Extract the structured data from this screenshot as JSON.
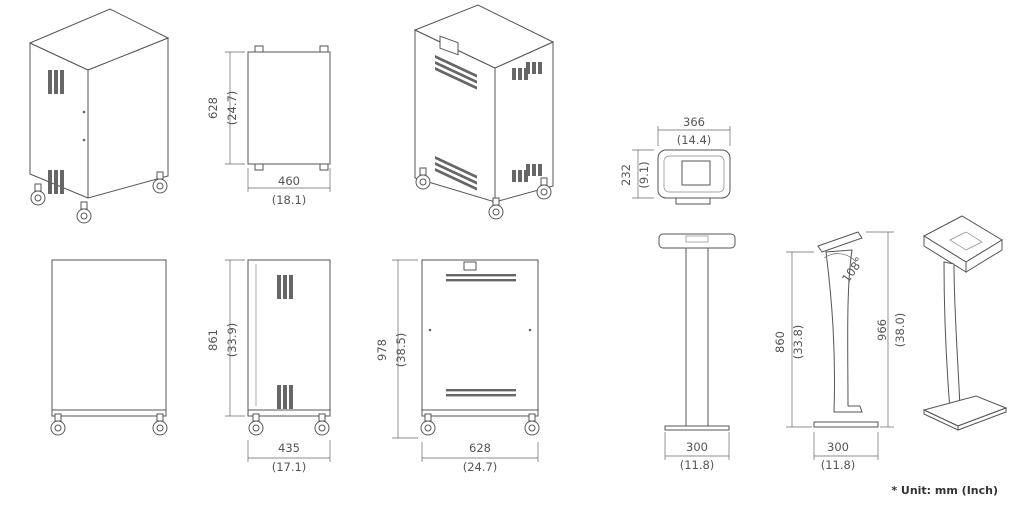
{
  "views": {
    "cart_side": {
      "height_mm": "628",
      "height_in": "(24.7)",
      "width_mm": "460",
      "width_in": "(18.1)"
    },
    "cart_side_large": {
      "height_mm": "861",
      "height_in": "(33.9)",
      "depth_mm": "435",
      "depth_in": "(17.1)"
    },
    "cart_back": {
      "height_mm": "978",
      "height_in": "(38.5)",
      "width_mm": "628",
      "width_in": "(24.7)"
    },
    "kiosk_top": {
      "width_mm": "366",
      "width_in": "(14.4)",
      "depth_mm": "232",
      "depth_in": "(9.1)"
    },
    "kiosk_front": {
      "base_mm": "300",
      "base_in": "(11.8)"
    },
    "kiosk_side": {
      "height_mm": "860",
      "height_in": "(33.8)",
      "total_mm": "966",
      "total_in": "(38.0)",
      "base_mm": "300",
      "base_in": "(11.8)",
      "angle": "108°"
    }
  },
  "unit_note": "* Unit: mm (Inch)"
}
